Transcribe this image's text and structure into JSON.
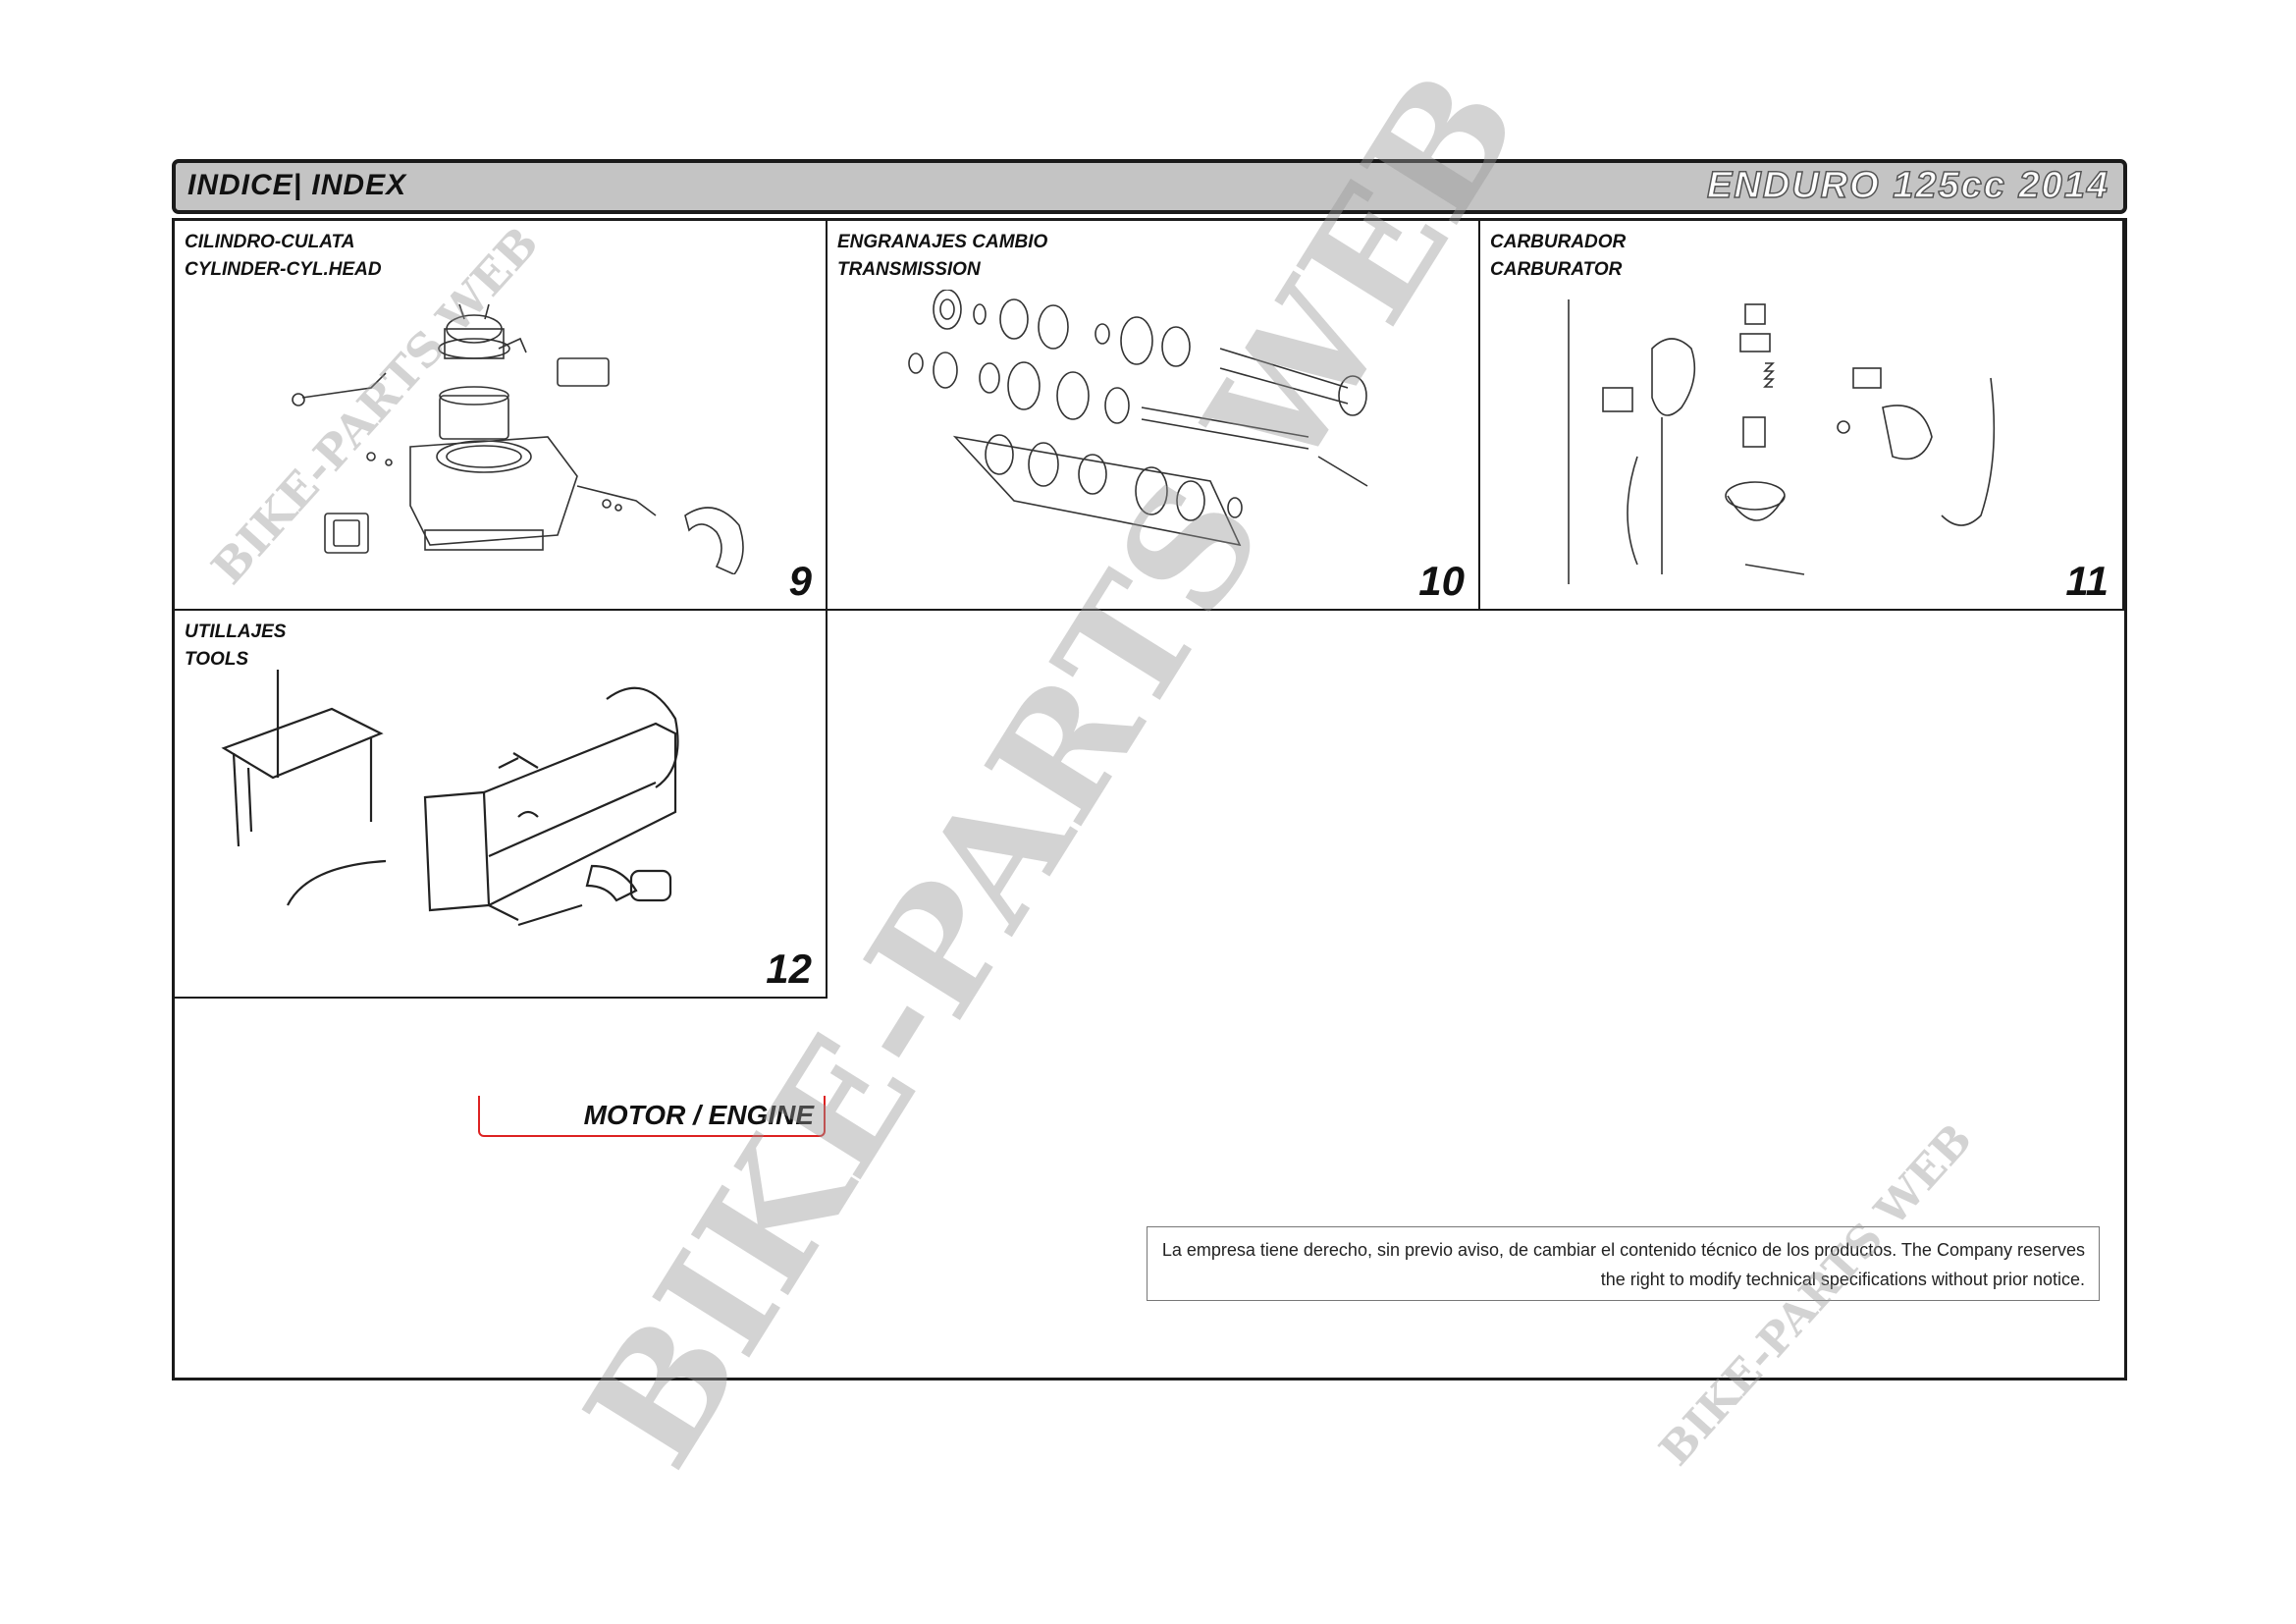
{
  "header": {
    "title": "INDICE| INDEX",
    "model": "ENDURO  125cc  2014"
  },
  "sections": [
    {
      "label": "CILINDRO-CULATA\nCYLINDER-CYL.HEAD",
      "page": "9",
      "icon": "cylinder-head-diagram"
    },
    {
      "label": "ENGRANAJES CAMBIO\nTRANSMISSION",
      "page": "10",
      "icon": "transmission-gears-diagram"
    },
    {
      "label": "CARBURADOR\nCARBURATOR",
      "page": "11",
      "icon": "carburetor-diagram"
    },
    {
      "label": "UTILLAJES\nTOOLS",
      "page": "12",
      "icon": "tools-diagram"
    }
  ],
  "section_tag": "MOTOR / ENGINE",
  "notice": "La empresa tiene derecho, sin previo aviso, de cambiar el contenido técnico de los productos. The Company reserves the right to modify technical specifications without prior notice.",
  "watermark": "BIKE-PARTS WEB",
  "colors": {
    "header_bg": "#c4c4c4",
    "border": "#1a1a1a",
    "section_tag_border": "#dd2222",
    "watermark": "#969696"
  }
}
